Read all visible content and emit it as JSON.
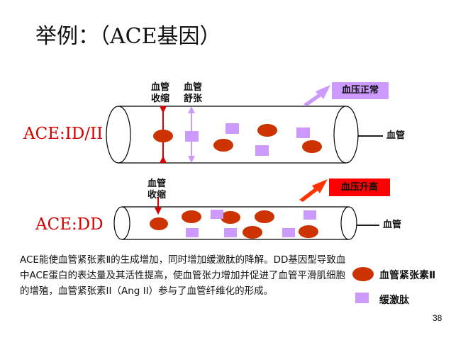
{
  "slide": {
    "title": "举例：（ACE基因）",
    "page_number": "38"
  },
  "vessel1": {
    "genotype": "ACE:ID/II",
    "label_constrict_1": "血管",
    "label_constrict_2": "收缩",
    "label_dilate_1": "血管",
    "label_dilate_2": "舒张",
    "bp_label": "血压正常",
    "vessel_label": "血管"
  },
  "vessel2": {
    "genotype": "ACE:DD",
    "label_constrict_1": "血管",
    "label_constrict_2": "收缩",
    "bp_label": "血压升高",
    "vessel_label": "血管"
  },
  "description": "ACE能使血管紧张素Ⅱ的生成增加，同时增加缓激肽的降解。DD基因型导致血中ACE蛋白的表达量及其活性提高，使血管张力增加并促进了血管平滑肌细胞的增殖，血管紧张素II（Ang II）参与了血管纤维化的形成。",
  "legend": {
    "angiotensin": "血管紧张素Ⅱ",
    "bradykinin": "缓激肽"
  },
  "colors": {
    "angiotensin_red": "#cc3300",
    "bradykinin_purple": "#cc99ff",
    "bp_normal_arrow": "#cc99ff",
    "bp_high_arrow": "#ff3300",
    "bp_normal_box": "#cc99ff",
    "bp_high_box": "#ff0000",
    "genotype_text": "#d40000"
  }
}
